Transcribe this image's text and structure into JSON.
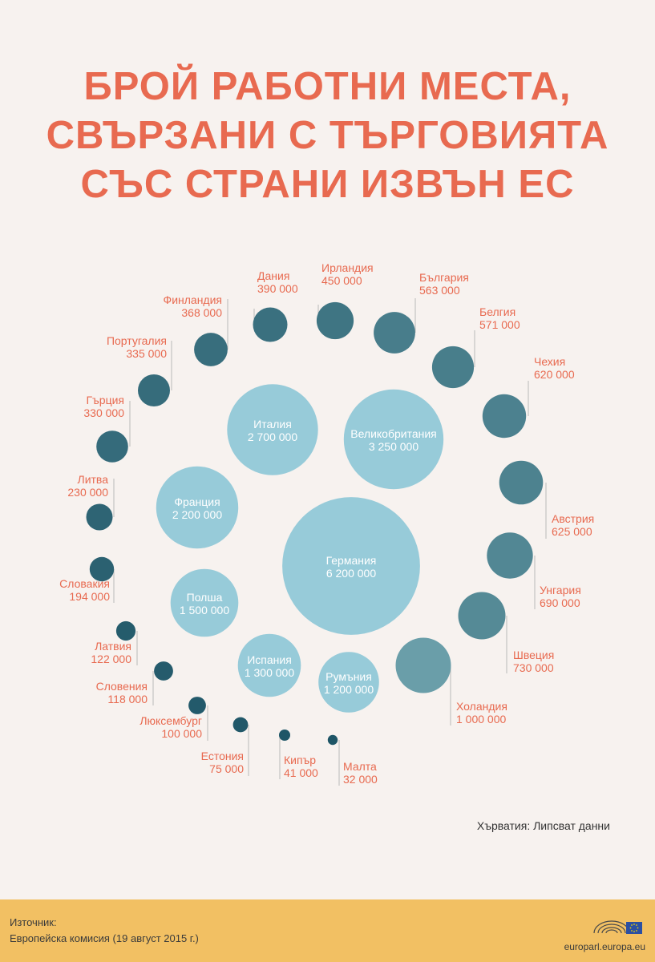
{
  "title": {
    "line1": "БРОЙ РАБОТНИ МЕСТА,",
    "line2": "СВЪРЗАНИ С ТЪРГОВИЯТА",
    "line3": "СЪС СТРАНИ ИЗВЪН ЕС"
  },
  "note": "Хърватия: Липсват данни",
  "footer": {
    "source_label": "Източник:",
    "source_text": "Европейска комисия (19 август 2015 г.)",
    "url": "europarl.europa.eu"
  },
  "colors": {
    "background": "#f7f2ef",
    "title": "#e86a50",
    "large_bubble": "#97cbd9",
    "small_bubble_light": "#6a9ea9",
    "small_bubble_dark": "#1e5566",
    "footer": "#f2c063"
  },
  "chart_data": {
    "type": "bubble",
    "unit": "работни места",
    "title": "БРОЙ РАБОТНИ МЕСТА, СВЪРЗАНИ С ТЪРГОВИЯТА СЪС СТРАНИ ИЗВЪН ЕС",
    "categories": [
      "Германия",
      "Великобритания",
      "Италия",
      "Франция",
      "Полша",
      "Испания",
      "Румъния",
      "Холандия",
      "Швеция",
      "Унгария",
      "Австрия",
      "Чехия",
      "Белгия",
      "България",
      "Ирландия",
      "Дания",
      "Финландия",
      "Португалия",
      "Гърция",
      "Литва",
      "Словакия",
      "Латвия",
      "Словения",
      "Люксембург",
      "Естония",
      "Кипър",
      "Малта"
    ],
    "values": [
      6200000,
      3250000,
      2700000,
      2200000,
      1500000,
      1300000,
      1200000,
      1000000,
      730000,
      690000,
      625000,
      620000,
      571000,
      563000,
      450000,
      390000,
      368000,
      335000,
      330000,
      230000,
      194000,
      122000,
      118000,
      100000,
      75000,
      41000,
      32000
    ],
    "labels": [
      "6 200 000",
      "3 250 000",
      "2 700 000",
      "2 200 000",
      "1 500 000",
      "1 300 000",
      "1 200 000",
      "1 000 000",
      "730 000",
      "690 000",
      "625 000",
      "620 000",
      "571 000",
      "563 000",
      "450 000",
      "390 000",
      "368 000",
      "335 000",
      "330 000",
      "230 000",
      "194 000",
      "122 000",
      "118 000",
      "100 000",
      "75 000",
      "41 000",
      "32 000"
    ]
  }
}
